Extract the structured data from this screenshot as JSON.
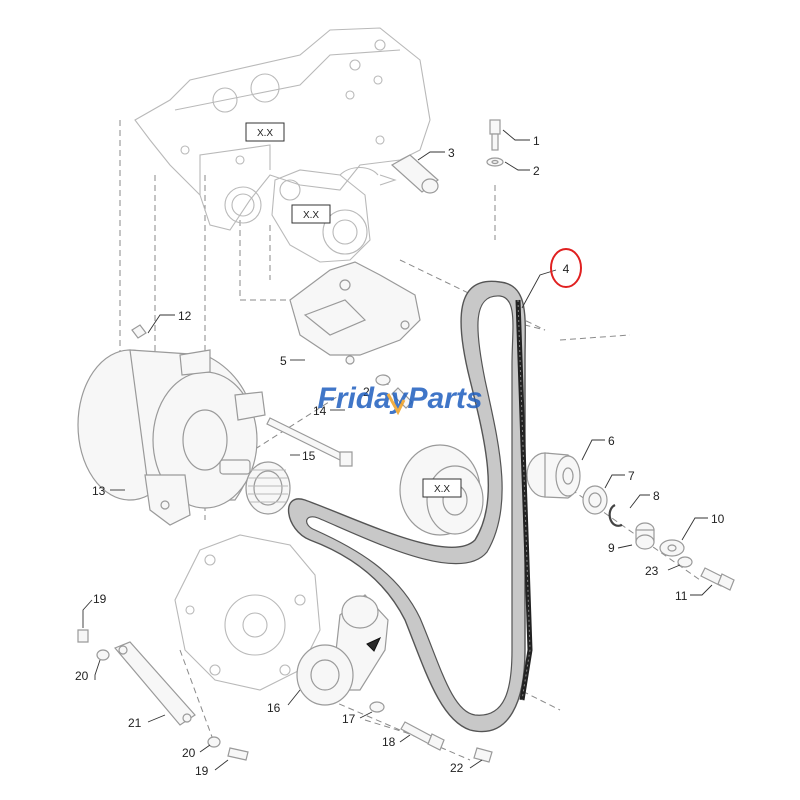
{
  "watermark": {
    "text": "FridayParts",
    "color": "#1f5fbf",
    "accent": "#f0a020"
  },
  "highlight": {
    "label": "4",
    "color": "#e02020"
  },
  "placeholder_tag": "X.X",
  "callouts": [
    "1",
    "2",
    "3",
    "4",
    "5",
    "6",
    "7",
    "8",
    "9",
    "10",
    "11",
    "12",
    "13",
    "14",
    "15",
    "16",
    "17",
    "18",
    "19",
    "20",
    "21",
    "22",
    "23"
  ],
  "extra_labels": {
    "washer_2b": "2",
    "bolt_19b": "19",
    "washer_20b": "20"
  }
}
